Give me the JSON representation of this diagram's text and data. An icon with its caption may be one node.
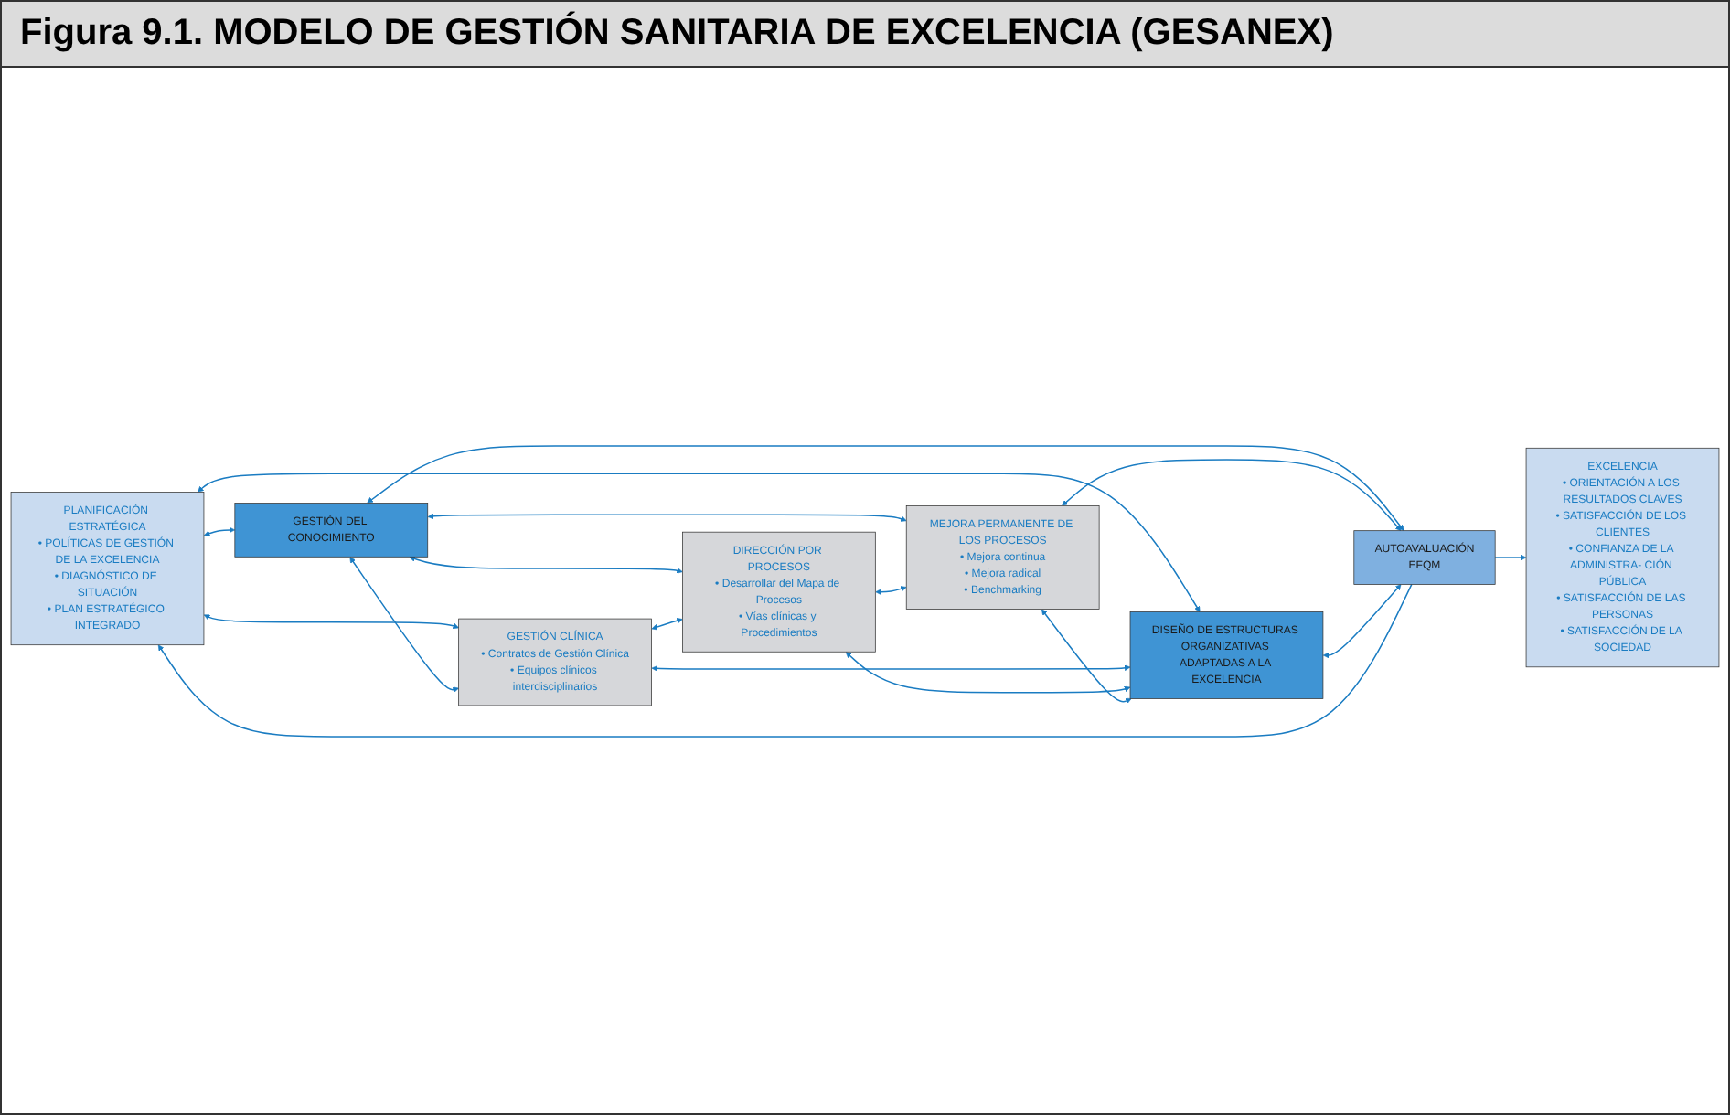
{
  "diagram": {
    "title": "Figura 9.1.  MODELO DE GESTIÓN SANITARIA DE EXCELENCIA (GESANEX)",
    "nodes": [
      {
        "text": [
          "PLANIFICACIÓN ESTRATÉGICA",
          "• POLÍTICAS DE GESTIÓN DE LA EXCELENCIA",
          "• DIAGNÓSTICO DE SITUACIÓN",
          "• PLAN ESTRATÉGICO INTEGRADO"
        ]
      },
      {
        "text": [
          "GESTIÓN DEL CONOCIMIENTO"
        ]
      },
      {
        "text": [
          "GESTIÓN CLÍNICA",
          "• Contratos de Gestión Clínica",
          "• Equipos clínicos interdisciplinarios"
        ]
      },
      {
        "text": [
          "DIRECCIÓN POR PROCESOS",
          "• Desarrollar del Mapa de Procesos",
          "• Vías clínicas y Procedimientos"
        ]
      },
      {
        "text": [
          "MEJORA PERMANENTE DE LOS PROCESOS",
          "• Mejora continua",
          "• Mejora radical",
          "• Benchmarking"
        ]
      },
      {
        "text": [
          "DISEÑO DE ESTRUCTURAS ORGANIZATIVAS ADAPTADAS A LA EXCELENCIA"
        ]
      },
      {
        "text": [
          "AUTOAVALUACIÓN",
          "EFQM"
        ]
      },
      {
        "text": [
          "EXCELENCIA",
          "• ORIENTACIÓN A LOS RESULTADOS CLAVES",
          "• SATISFACCIÓN DE LOS CLIENTES",
          "• CONFIANZA DE LA ADMINISTRA- CIÓN PÚBLICA",
          "• SATISFACCIÓN DE LAS PERSONAS",
          "• SATISFACCIÓN DE LA SOCIEDAD"
        ]
      }
    ],
    "edges": [
      {
        "from": 0,
        "to": 1,
        "arrow": "both"
      },
      {
        "from": 0,
        "to": 2,
        "arrow": "both"
      },
      {
        "from": 0,
        "to": 5,
        "arrow": "both"
      },
      {
        "from": 1,
        "to": 2,
        "arrow": "both"
      },
      {
        "from": 1,
        "to": 3,
        "arrow": "both"
      },
      {
        "from": 1,
        "to": 4,
        "arrow": "both"
      },
      {
        "from": 2,
        "to": 3,
        "arrow": "both"
      },
      {
        "from": 3,
        "to": 4,
        "arrow": "both"
      },
      {
        "from": 2,
        "to": 5,
        "arrow": "both"
      },
      {
        "from": 3,
        "to": 5,
        "arrow": "both"
      },
      {
        "from": 4,
        "to": 5,
        "arrow": "both"
      },
      {
        "from": 1,
        "to": 6,
        "arrow": "both"
      },
      {
        "from": 4,
        "to": 6,
        "arrow": "both"
      },
      {
        "from": 5,
        "to": 6,
        "arrow": "both"
      },
      {
        "from": 6,
        "to": 7,
        "arrow": "to"
      },
      {
        "from": 6,
        "to": 0,
        "arrow": "to"
      }
    ]
  }
}
